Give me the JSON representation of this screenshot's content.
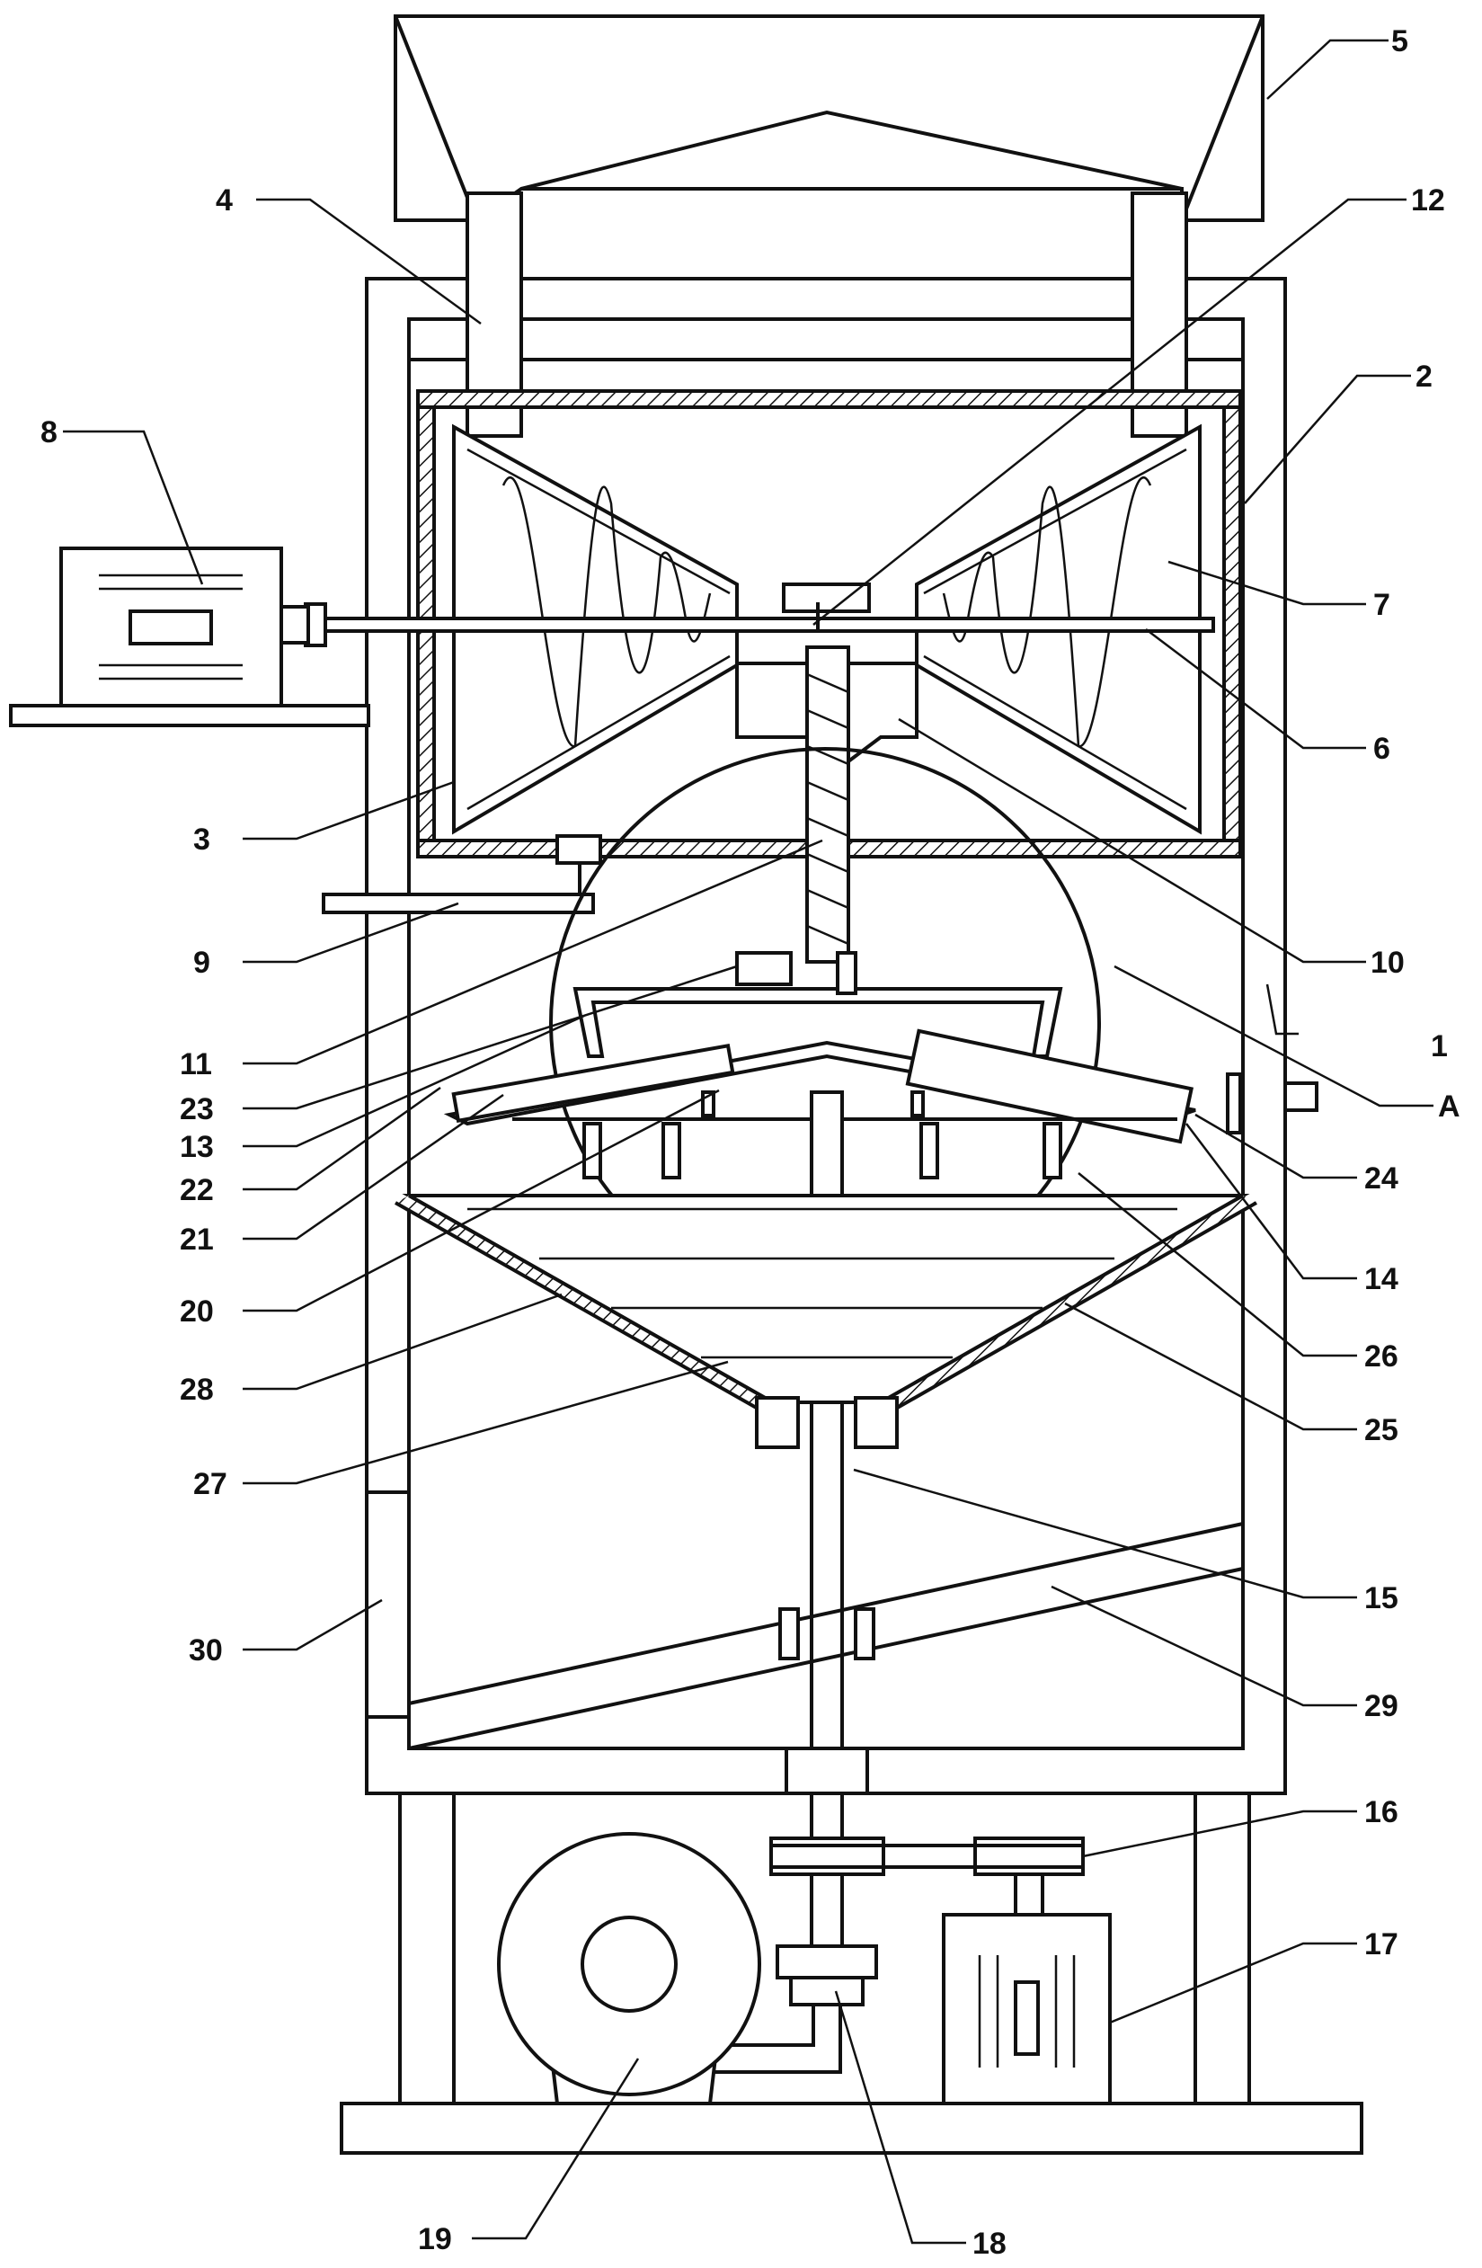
{
  "labels": [
    {
      "id": "l5",
      "text": "5"
    },
    {
      "id": "l4",
      "text": "4"
    },
    {
      "id": "l12",
      "text": "12"
    },
    {
      "id": "l2",
      "text": "2"
    },
    {
      "id": "l8",
      "text": "8"
    },
    {
      "id": "l7",
      "text": "7"
    },
    {
      "id": "l6",
      "text": "6"
    },
    {
      "id": "l3",
      "text": "3"
    },
    {
      "id": "l10",
      "text": "10"
    },
    {
      "id": "l9",
      "text": "9"
    },
    {
      "id": "l11",
      "text": "11"
    },
    {
      "id": "l1",
      "text": "1"
    },
    {
      "id": "l23",
      "text": "23"
    },
    {
      "id": "lA",
      "text": "A"
    },
    {
      "id": "l13",
      "text": "13"
    },
    {
      "id": "l22",
      "text": "22"
    },
    {
      "id": "l24",
      "text": "24"
    },
    {
      "id": "l21",
      "text": "21"
    },
    {
      "id": "l14",
      "text": "14"
    },
    {
      "id": "l20",
      "text": "20"
    },
    {
      "id": "l26",
      "text": "26"
    },
    {
      "id": "l28",
      "text": "28"
    },
    {
      "id": "l25",
      "text": "25"
    },
    {
      "id": "l27",
      "text": "27"
    },
    {
      "id": "l15",
      "text": "15"
    },
    {
      "id": "l30",
      "text": "30"
    },
    {
      "id": "l29",
      "text": "29"
    },
    {
      "id": "l16",
      "text": "16"
    },
    {
      "id": "l17",
      "text": "17"
    },
    {
      "id": "l19",
      "text": "19"
    },
    {
      "id": "l18",
      "text": "18"
    }
  ]
}
